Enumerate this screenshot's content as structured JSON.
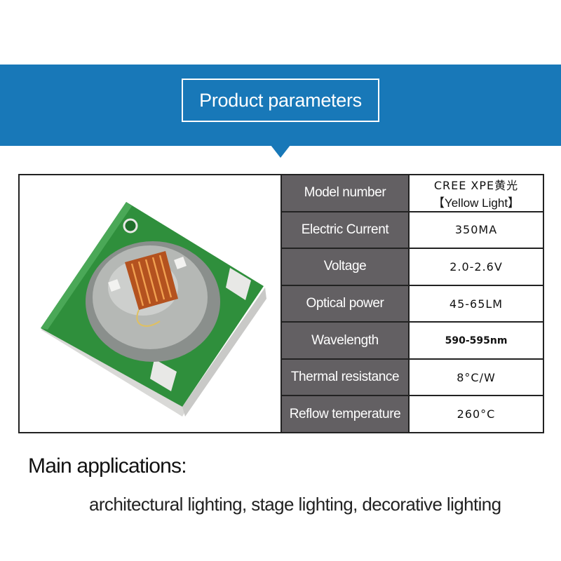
{
  "header": {
    "title": "Product parameters",
    "band_color": "#1878b8"
  },
  "params": {
    "rows": [
      {
        "label": "Model number",
        "value": "CREE XPE黄光",
        "value2": "【Yellow Light】"
      },
      {
        "label": "Electric Current",
        "value": "350MA"
      },
      {
        "label": "Voltage",
        "value": "2.0-2.6V"
      },
      {
        "label": "Optical power",
        "value": "45-65LM"
      },
      {
        "label": "Wavelength",
        "value": "590-595nm"
      },
      {
        "label": "Thermal resistance",
        "value": "8°C/W"
      },
      {
        "label": "Reflow temperature",
        "value": "260°C"
      }
    ],
    "label_bg": "#636063"
  },
  "applications": {
    "title": "Main applications:",
    "text": "architectural lighting, stage lighting, decorative lighting"
  },
  "image": {
    "icon": "led-chip-photo"
  }
}
